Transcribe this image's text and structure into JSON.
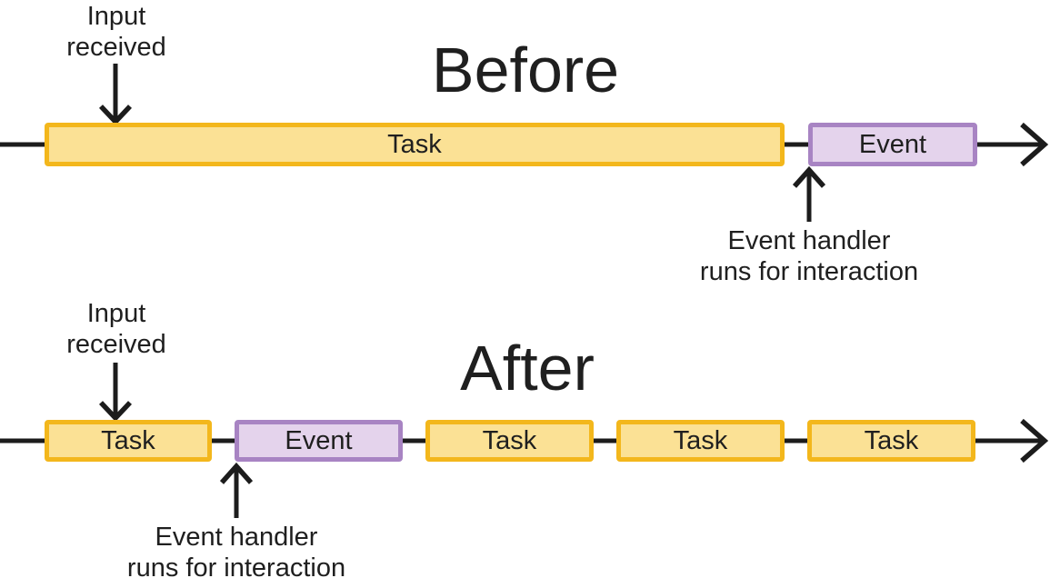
{
  "colors": {
    "background": "#FFFFFF",
    "task_fill": "#FBE195",
    "task_border": "#F3B71C",
    "event_fill": "#E4D3EC",
    "event_border": "#A884C3",
    "line": "#1C1C1C",
    "text": "#202124"
  },
  "before": {
    "title": "Before",
    "input_label": {
      "line1": "Input",
      "line2": "received"
    },
    "task_label": "Task",
    "event_label": "Event",
    "handler_label": {
      "line1": "Event handler",
      "line2": "runs for interaction"
    }
  },
  "after": {
    "title": "After",
    "input_label": {
      "line1": "Input",
      "line2": "received"
    },
    "boxes": [
      {
        "type": "task",
        "label": "Task"
      },
      {
        "type": "event",
        "label": "Event"
      },
      {
        "type": "task",
        "label": "Task"
      },
      {
        "type": "task",
        "label": "Task"
      },
      {
        "type": "task",
        "label": "Task"
      }
    ],
    "handler_label": {
      "line1": "Event handler",
      "line2": "runs for interaction"
    }
  }
}
